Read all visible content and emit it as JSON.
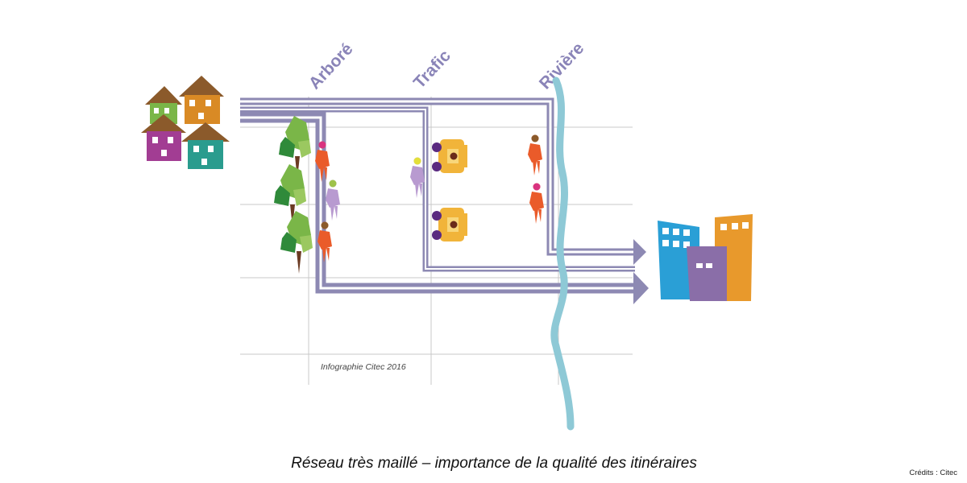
{
  "labels": {
    "arbore": "Arboré",
    "trafic": "Trafic",
    "riviere": "Rivière"
  },
  "watermark": "Infographie Citec 2016",
  "caption": "Réseau très maillé – importance de la qualité des itinéraires",
  "credits": "Crédits : Citec",
  "colors": {
    "route": "#8d89b3",
    "route_fill": "#ffffff",
    "river": "#8ec9d6",
    "grid": "#c8c8c8",
    "label": "#8a84b8"
  },
  "icons": {
    "origin": "houses-icon",
    "destination": "buildings-icon",
    "trees": "tree-icon",
    "pedestrians": "pedestrian-icon",
    "cars": "car-icon"
  }
}
